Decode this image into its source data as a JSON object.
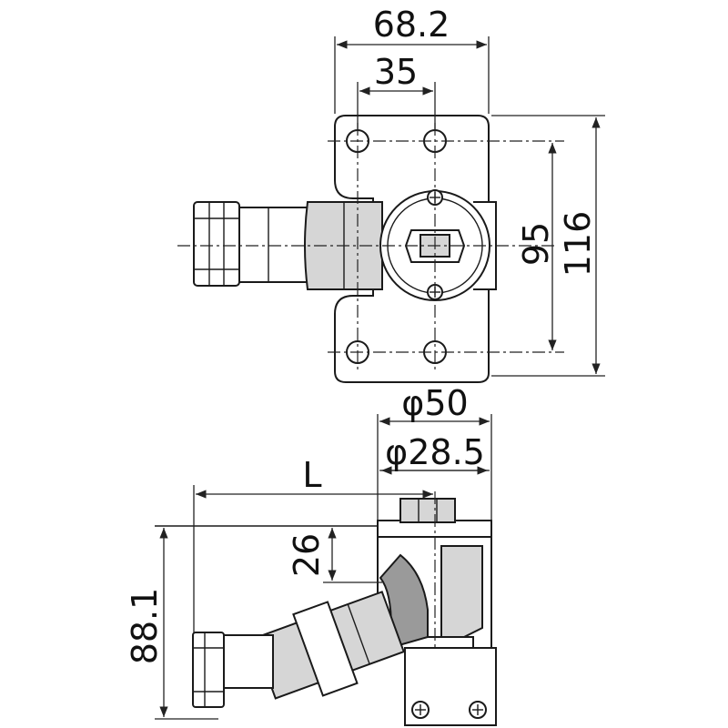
{
  "dimensions": {
    "width_overall": "68.2",
    "hole_pitch_x": "35",
    "hole_pitch_y": "95",
    "height_overall": "116",
    "outer_diameter": "φ50",
    "inner_diameter": "φ28.5",
    "length": "L",
    "offset_26": "26",
    "height_side": "88.1"
  }
}
